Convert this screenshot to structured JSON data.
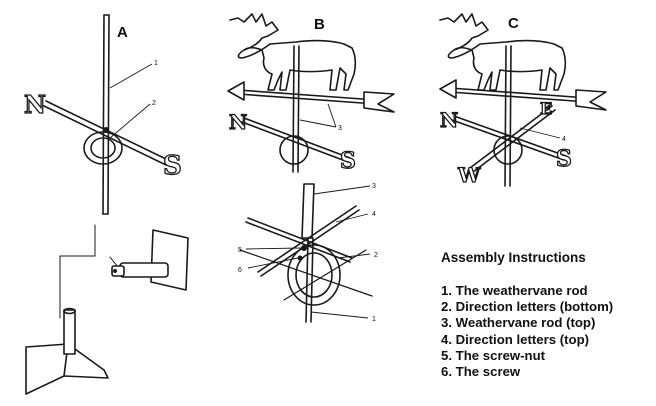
{
  "panels": {
    "a": {
      "label": "A"
    },
    "b": {
      "label": "B"
    },
    "c": {
      "label": "C"
    }
  },
  "callouts": {
    "a_rod": "1",
    "a_letters": "2",
    "b_top": "3",
    "c_letters": "4",
    "d_rod_top": "3",
    "d_letters_top": "4",
    "d_nut": "5",
    "d_screw": "6",
    "d_letters_bottom": "2",
    "d_rod": "1"
  },
  "compass_letters": {
    "north": "N",
    "south": "S",
    "east": "E",
    "west": "W"
  },
  "legend": {
    "title": "Assembly Instructions",
    "items": [
      "1. The weathervane rod",
      "2. Direction letters (bottom)",
      "3. Weathervane rod (top)",
      "4. Direction letters (top)",
      "5. The screw-nut",
      "6. The screw"
    ]
  }
}
